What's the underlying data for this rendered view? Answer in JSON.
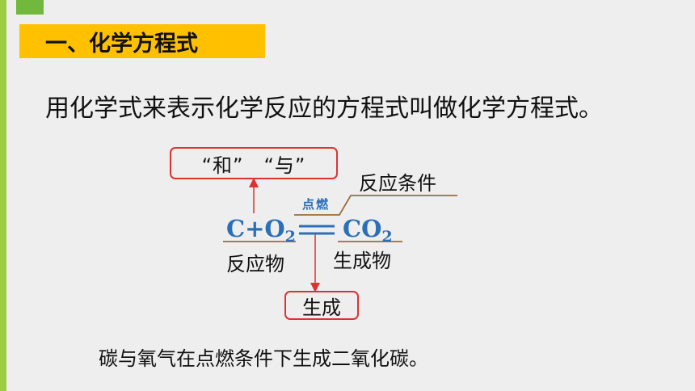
{
  "slide": {
    "title": "一、化学方程式",
    "definition": "用化学式来表示化学反应的方程式叫做化学方程式。",
    "diagram": {
      "box_and": "“和”　“与”",
      "condition_label": "反应条件",
      "condition_text": "点燃",
      "reactants_text": "C+O",
      "reactants_subscript": "2",
      "products_text": "CO",
      "products_subscript": "2",
      "reactant_label": "反应物",
      "product_label": "生成物",
      "box_generate": "生成"
    },
    "summary": "碳与氧气在点燃条件下生成二氧化碳。"
  },
  "colors": {
    "title_bg": "#ffc000",
    "left_bar": "#9ccc3f",
    "formula_blue": "#2c6fb7",
    "annotation_red": "#e03131",
    "underline_brown": "#9c6b3a"
  }
}
